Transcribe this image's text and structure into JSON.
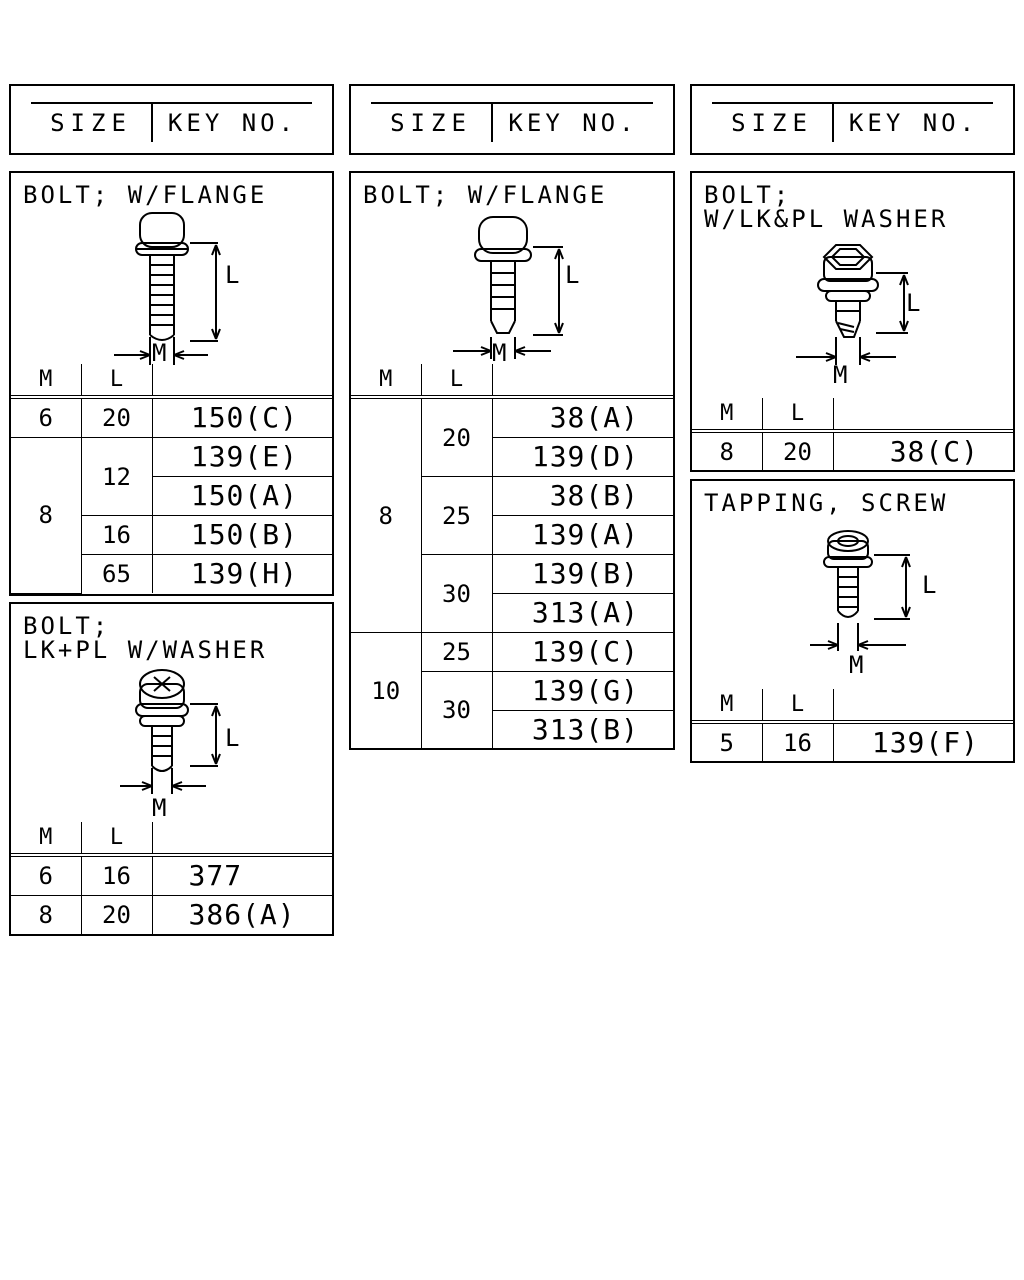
{
  "header": {
    "size": "SIZE",
    "key_no": "KEY NO."
  },
  "columns": {
    "m": "M",
    "l": "L"
  },
  "dims": {
    "l": "L",
    "m": "M"
  },
  "panels": {
    "p1": {
      "title": "BOLT; W/FLANGE",
      "rows": [
        {
          "m": "6",
          "l": "20",
          "key": "150(C)"
        },
        {
          "m": "8",
          "l": "12",
          "key": "139(E)"
        },
        {
          "key": "150(A)"
        },
        {
          "l": "16",
          "key": "150(B)"
        },
        {
          "l": "65",
          "key": "139(H)"
        }
      ]
    },
    "p2": {
      "title": "BOLT;\nLK+PL W/WASHER",
      "rows": [
        {
          "m": "6",
          "l": "16",
          "key": "377"
        },
        {
          "m": "8",
          "l": "20",
          "key": "386(A)"
        }
      ]
    },
    "p3": {
      "title": "BOLT; W/FLANGE",
      "rows": [
        {
          "m": "8",
          "l": "20",
          "key": "38(A)"
        },
        {
          "key": "139(D)"
        },
        {
          "l": "25",
          "key": "38(B)"
        },
        {
          "key": "139(A)"
        },
        {
          "l": "30",
          "key": "139(B)"
        },
        {
          "key": "313(A)"
        },
        {
          "m": "10",
          "l": "25",
          "key": "139(C)"
        },
        {
          "l": "30",
          "key": "139(G)"
        },
        {
          "key": "313(B)"
        }
      ]
    },
    "p4": {
      "title": "BOLT;\nW/LK&PL WASHER",
      "rows": [
        {
          "m": "8",
          "l": "20",
          "key": "38(C)"
        }
      ]
    },
    "p5": {
      "title": "TAPPING, SCREW",
      "rows": [
        {
          "m": "5",
          "l": "16",
          "key": "139(F)"
        }
      ]
    }
  }
}
